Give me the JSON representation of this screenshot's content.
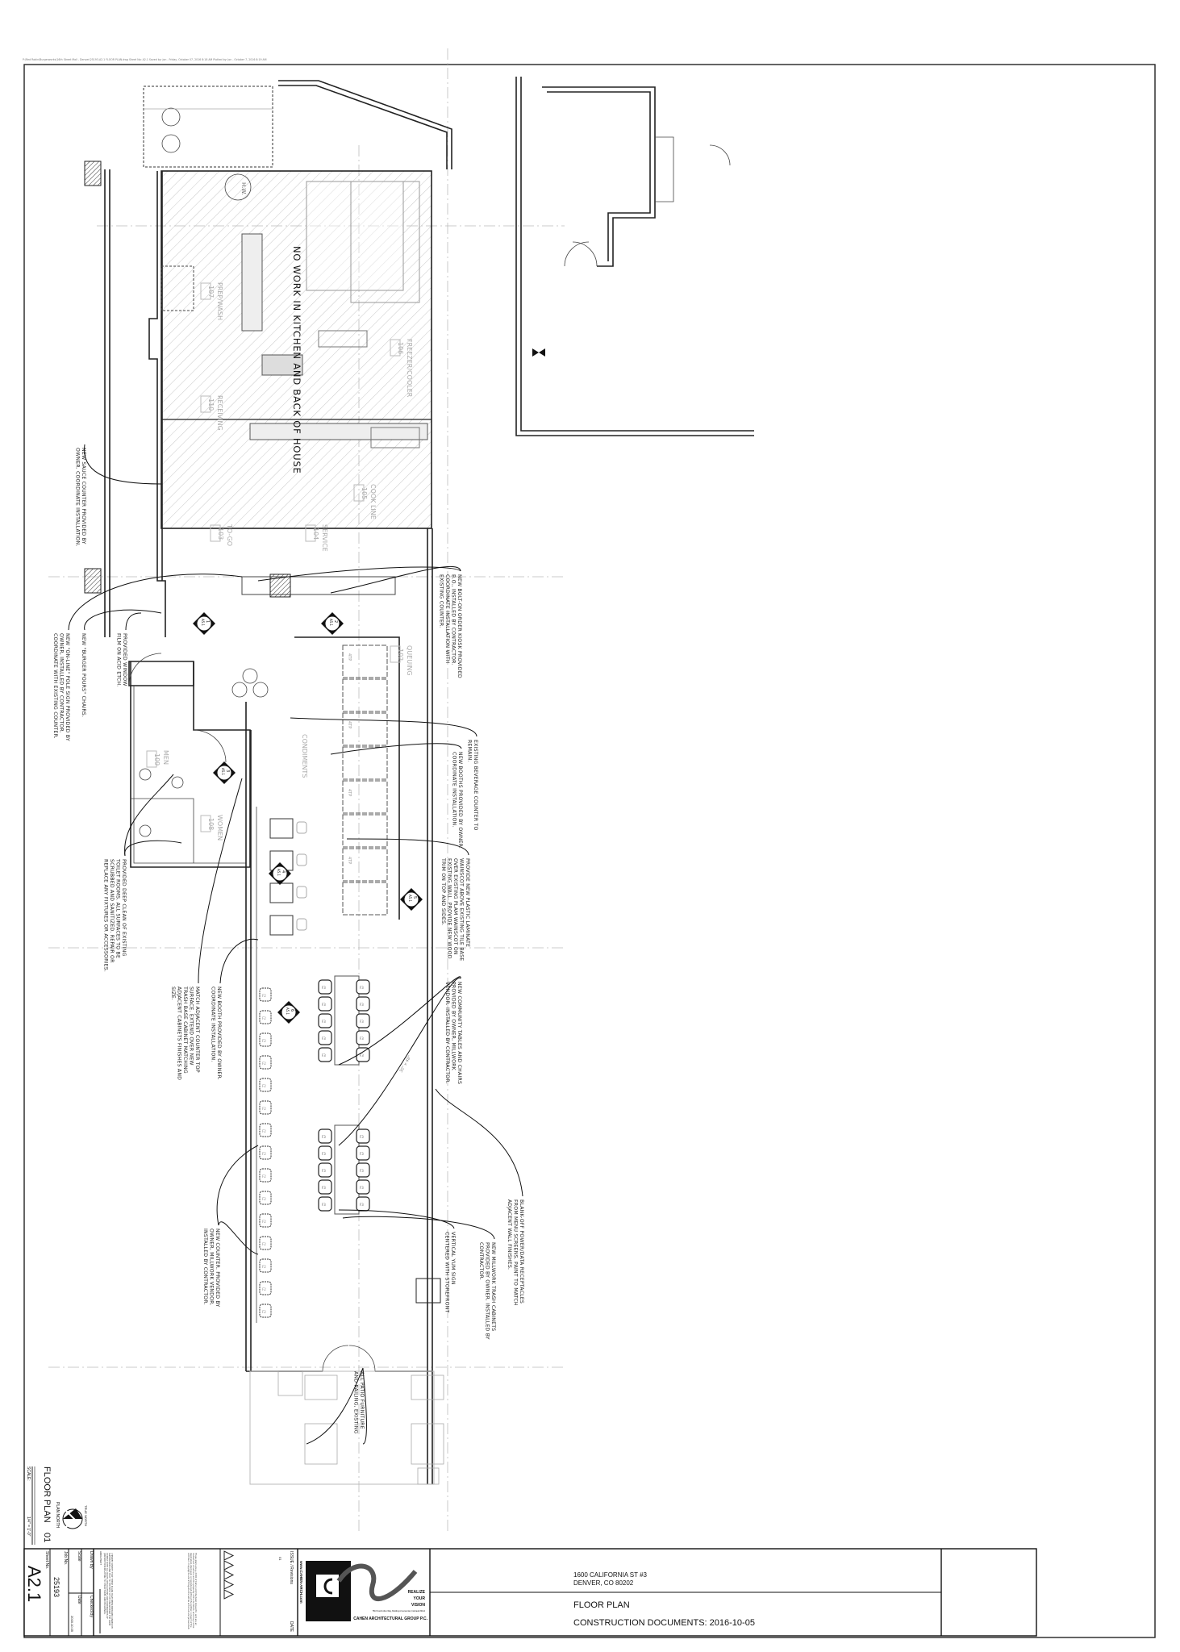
{
  "header": {
    "plot_stamp": "P:\\Red Robin\\Burgerworks\\16th Street Mall - Denver\\25193-A2.1 FLOOR PLAN.dwg   Sheet No: A2.1   Saved by: jon - Friday, October 07, 2016 8:18 AM   Plotted by: Jon - October 7, 2016 8:19 AM"
  },
  "plan": {
    "kitchen_notice": "NO WORK IN KITCHEN AND BACK OF HOUSE",
    "hw_label": "H.W.",
    "rooms": [
      {
        "name": "PREP/WASH",
        "number": "107"
      },
      {
        "name": "RECEIVING",
        "number": "110"
      },
      {
        "name": "FREEZER/COOLER",
        "number": "106"
      },
      {
        "name": "COOK LINE",
        "number": "105"
      },
      {
        "name": "TO-GO",
        "number": "103"
      },
      {
        "name": "SERVICE",
        "number": "104"
      },
      {
        "name": "QUEUING",
        "number": "102"
      },
      {
        "name": "MEN",
        "number": "109"
      },
      {
        "name": "WOMEN",
        "number": "108"
      },
      {
        "name": "CONDIMENTS",
        "number": ""
      }
    ],
    "section_markers": [
      {
        "num": "1",
        "sheet": "A5.1"
      },
      {
        "num": "2",
        "sheet": "A5.1"
      },
      {
        "num": "3",
        "sheet": "A5.1"
      },
      {
        "num": "4",
        "sheet": "A5.1"
      },
      {
        "num": "5",
        "sheet": "A5.1"
      },
      {
        "num": "6",
        "sheet": "A5.1"
      }
    ],
    "booth_tag": "4TP",
    "seat_tags": {
      "stool": "F2",
      "community": "F3"
    },
    "table_size": "30\" x 48\"",
    "notes": [
      {
        "lines": [
          "NEW BOLT-ON ORDER KIOSK PROVIDED",
          "B.O., INSTALLED BY CONTRACTOR.",
          "COORDINATE INSTALLATION WITH",
          "EXISTING COUNTER."
        ]
      },
      {
        "lines": [
          "EXISTING BEVERAGE COUNTER TO",
          "REMAIN."
        ]
      },
      {
        "lines": [
          "NEW BOOTHS PROVIDED BY OWNER.",
          "COORDINATE INSTALLATION."
        ]
      },
      {
        "lines": [
          "PROVIDE NEW PLASTIC LAMINATE",
          "WAINSCOT ABOVE EXISTING TILE BASE",
          "OVER EXISTING PLAM WAINSCOT ON",
          "EXISTING WALL. PROVIDE NEW WOOD",
          "TRIM ON TOP AND SIDES."
        ]
      },
      {
        "lines": [
          "NEW COMMUNITY TABLES AND CHAIRS",
          "PROVIDED BY OWNER, MILLWORK",
          "VENDOR. INSTALLED BY CONTRACTOR."
        ]
      },
      {
        "lines": [
          "VERTICAL YUM SIGN",
          "CENTERED WITH STOREFRONT"
        ]
      },
      {
        "lines": [
          "NEW MILLWORK TRASH CABINETS",
          "PROVIDED BY OWNER. INSTALLED BY",
          "CONTRACTOR."
        ]
      },
      {
        "lines": [
          "BLANK-OFF POWER/DATA RECEPTACLES",
          "FROM MENU SCREENS. PAINT TO MATCH",
          "ADJACENT WALL FINISHES."
        ]
      },
      {
        "lines": [
          "ALL PATIO FURNITURE",
          "AND RAILING, EXISTING"
        ]
      },
      {
        "lines": [
          "NEW COUNTER. PROVIDED BY",
          "OWNER, MILLWORK VENDOR.",
          "INSTALLED BY CONTRACTOR."
        ]
      },
      {
        "lines": [
          "MATCH ADJACENT COUNTER TOP",
          "SURFACE. EXTEND OVER NEW",
          "TRASH BASE CABINET MATCHING",
          "ADJACENT CABINETS FINISHES AND",
          "SIZE."
        ]
      },
      {
        "lines": [
          "NEW BOOTH PROVIDED BY OWNER.",
          "COORDINATE INSTALLATION."
        ]
      },
      {
        "lines": [
          "PROVIDED DEEP CLEAN OF EXISTING",
          "TOILET ROOMS. ALL SURFACES TO BE",
          "SCRUBBED AND SANITIZED. REPAIR OR",
          "REPLACE ANY FIXTURES OR ACCESSORIES."
        ]
      },
      {
        "lines": [
          "PROVIDED WINDOW",
          "FILM ON ACID ETCH."
        ]
      },
      {
        "lines": [
          "NEW \"BURGER POURS\" CHAIRS."
        ]
      },
      {
        "lines": [
          "NEW \"ON-LINE\" POLE SIGN PROVIDED BY",
          "OWNER, INSTALLED BY CONTRACTOR.",
          "COORDINATE WITH EXISTING COUNTER."
        ]
      },
      {
        "lines": [
          "NEW SAUCE COUNTER PROVIDED BY",
          "OWNER. COORDINATE INSTALLATION."
        ]
      }
    ]
  },
  "drawing_title": {
    "title": "FLOOR PLAN",
    "number": "01",
    "scale_label": "SCALE:",
    "scale": "1/4\" = 1'-0\"",
    "north_label": "PLAN NORTH",
    "true_north": "TRUE NORTH"
  },
  "title_block": {
    "sheet_no_label": "Sheet No.",
    "sheet_no": "A2.1",
    "job_no_label": "Job No.",
    "job_no": "25193",
    "scale_label": "Scale",
    "date_label": "Date",
    "date": "2016.10.05",
    "drawn_by_label": "Drawn By",
    "checked_by_label": "Checked By",
    "architect_label": "ARCHITECT",
    "certification": "I HEREBY CERTIFY THAT THESE PLANS HAVE BEEN PREPARED UNDER MY SUPERVISION AND THAT TO THE BEST OF MY KNOWLEDGE THE SAME COMPLY WITH ALL RULES, REGULATIONS AND ORDINANCES OF JURISDICTION RELATING TO STRUCTURES AND BUILDINGS.",
    "copyright": "These plans are ©2016 of Cahen Architectural Group P.C. and are an instrument of service and the property of the Architect, and may not be duplicated, disclosed, or reproduced without the written consent of the Architect. Copyrights and infringements will be enforced and prosecuted.",
    "issue_label": "ISSUE / Revisions",
    "issue_date_label": "DATE",
    "issue_row": "01",
    "website": "www.CAHEN-ARCH.com",
    "tagline": [
      "REALIZE",
      "YOUR",
      "VISION"
    ],
    "firm_address": "7516 South Alton Way, Building A Centennial, Colorado 80112",
    "firm_name": "CAHEN ARCHITECTURAL GROUP P.C.",
    "address_line1": "1600 CALIFORNIA ST #3",
    "address_line2": "DENVER, CO  80202",
    "sheet_title": "FLOOR PLAN",
    "phase": "CONSTRUCTION DOCUMENTS: 2016-10-05"
  }
}
